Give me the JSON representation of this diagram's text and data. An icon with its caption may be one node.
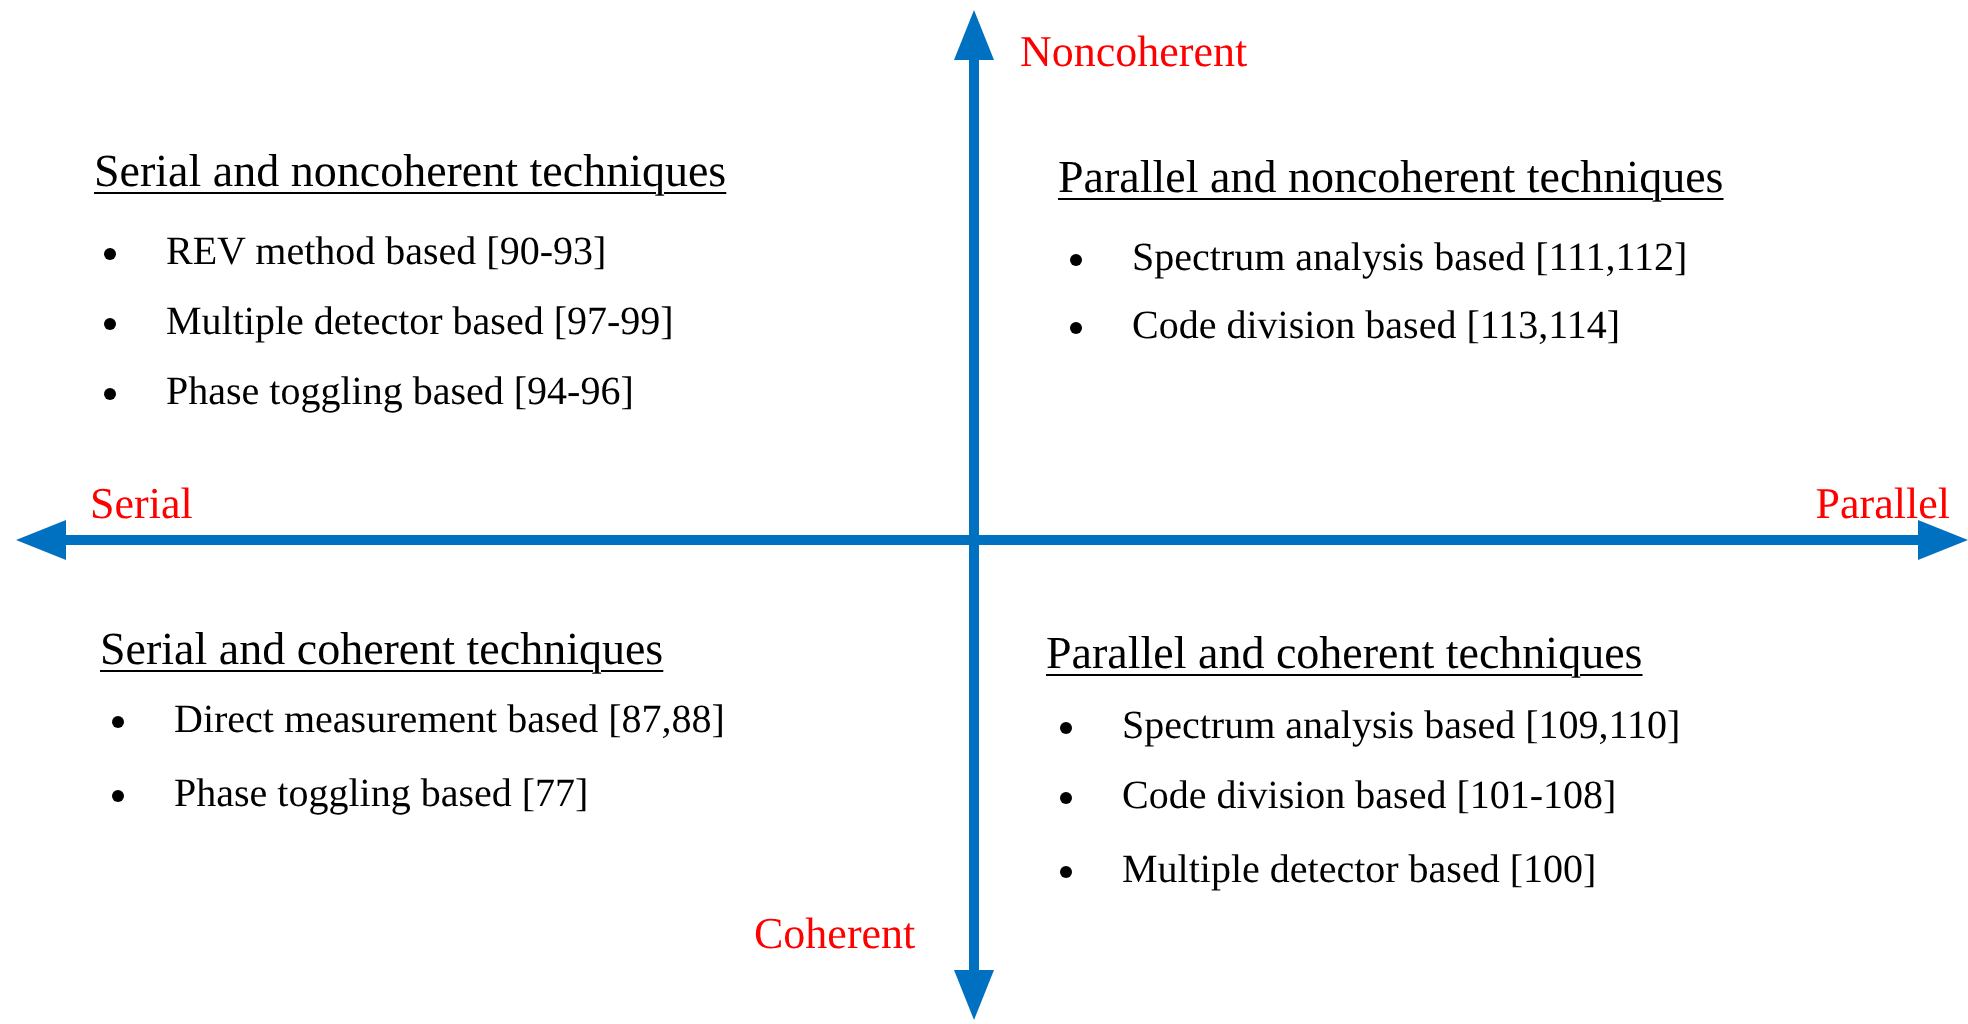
{
  "diagram": {
    "labels": [
      "Noncoherent",
      "Serial and noncoherent techniques",
      "REV method based [90-93]",
      "Multiple detector based [97-99]",
      "Phase toggling based [94-96]",
      "Parallel and noncoherent techniques",
      "Spectrum analysis based [111,112]",
      "Code division based [113,114]",
      "Serial",
      "Parallel",
      "Serial and coherent techniques",
      "Direct measurement based [87,88]",
      "Phase toggling based [77]",
      "Parallel and coherent techniques",
      "Spectrum analysis based [109,110]",
      "Code division based [101-108]",
      "Multiple detector based [100]",
      "Coherent"
    ]
  }
}
